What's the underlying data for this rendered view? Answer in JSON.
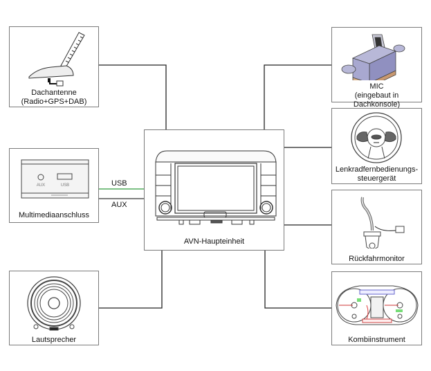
{
  "diagram": {
    "center": {
      "label": "AVN-Haupteinheit",
      "icon": "head-unit-icon"
    },
    "left": [
      {
        "id": "antenna",
        "label_line1": "Dachantenne",
        "label_line2": "(Radio+GPS+DAB)",
        "icon": "roof-antenna-icon"
      },
      {
        "id": "multimedia",
        "label_line1": "Multimediaanschluss",
        "icon": "multimedia-port-icon",
        "port_labels": [
          "AUX",
          "USB"
        ]
      },
      {
        "id": "speaker",
        "label_line1": "Lautsprecher",
        "icon": "speaker-icon"
      }
    ],
    "right": [
      {
        "id": "mic",
        "label_line1": "MIC",
        "label_line2": "(eingebaut in Dachkonsole)",
        "icon": "microphone-icon"
      },
      {
        "id": "steering",
        "label_line1": "Lenkradfernbedienungs-",
        "label_line2": "steuergerät",
        "icon": "steering-wheel-icon"
      },
      {
        "id": "camera",
        "label_line1": "Rückfahrmonitor",
        "icon": "rear-camera-icon"
      },
      {
        "id": "cluster",
        "label_line1": "Kombiinstrument",
        "icon": "instrument-cluster-icon"
      }
    ],
    "connections": [
      {
        "from": "antenna",
        "to": "center"
      },
      {
        "from": "multimedia",
        "to": "center",
        "label": "USB",
        "color": "#2e9a3a"
      },
      {
        "from": "multimedia",
        "to": "center",
        "label": "AUX",
        "color": "#333333"
      },
      {
        "from": "speaker",
        "to": "center"
      },
      {
        "from": "mic",
        "to": "center"
      },
      {
        "from": "steering",
        "to": "center"
      },
      {
        "from": "camera",
        "to": "center"
      },
      {
        "from": "cluster",
        "to": "center"
      }
    ]
  }
}
